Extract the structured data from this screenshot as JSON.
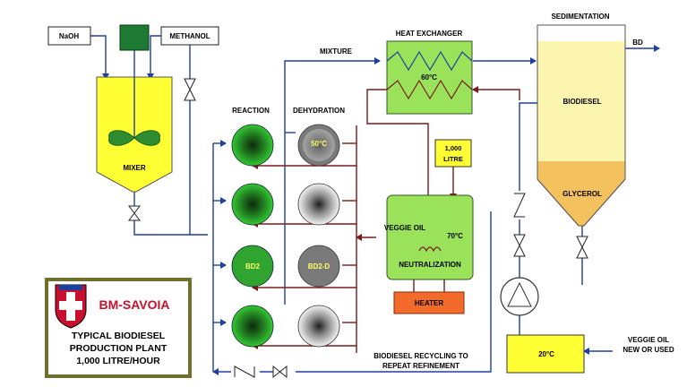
{
  "labels": {
    "naoh": "NaOH",
    "methanol": "METHANOL",
    "mixer": "MIXER",
    "reaction": "REACTION",
    "dehydration": "DEHYDRATION",
    "mixture": "MIXTURE",
    "heat_exchanger": "HEAT EXCHANGER",
    "hx_temp": "60°C",
    "sedimentation": "SEDIMENTATION",
    "bd": "BD",
    "biodiesel": "BIODIESEL",
    "glycerol": "GLYCEROL",
    "litre_line1": "1,000",
    "litre_line2": "LITRE",
    "veggie_oil": "VEGGIE OIL",
    "neut_temp": "70°C",
    "neutralization": "NEUTRALIZATION",
    "heater": "HEATER",
    "dehyd_temp": "50°C",
    "bd2": "BD2",
    "bd2d": "BD2-D",
    "recycle_line1": "BIODIESEL RECYCLING TO",
    "recycle_line2": "REPEAT REFINEMENT",
    "tank_temp": "20°C",
    "veggie_in_line1": "VEGGIE OIL",
    "veggie_in_line2": "NEW OR USED"
  },
  "brand": {
    "name": "BM-SAVOIA",
    "line1": "TYPICAL BIODIESEL",
    "line2": "PRODUCTION PLANT",
    "line3": "1,000 LITRE/HOUR"
  },
  "colors": {
    "blue_line": "#1f3f9f",
    "red_line": "#7a1a1a",
    "mixer_fill": "#ffff33",
    "green_fill": "#99e25a",
    "sed_fill": "#fbf5b0",
    "glycerol_fill": "#f3c25f",
    "heater_fill": "#f36b2a",
    "brand_border": "#6f6f2f"
  }
}
